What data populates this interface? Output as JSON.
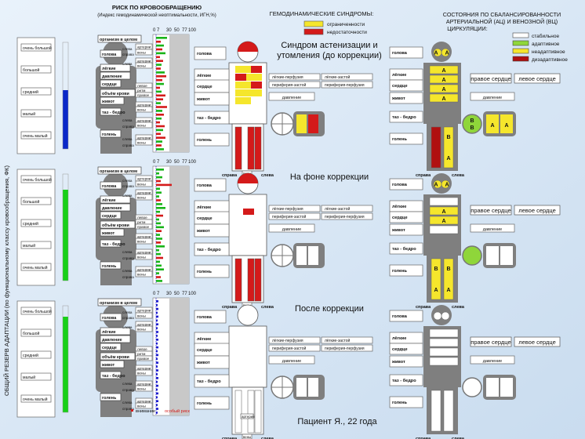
{
  "side_title": "ОБЩИЙ РЕЗЕРВ АДАПТАЦИИ (по функциональному классу кровообращения, ФК)",
  "reserve_levels": [
    "очень большой",
    "большой",
    "средний",
    "малый",
    "очень малый"
  ],
  "risk_header": {
    "title": "РИСК ПО КРОВООБРАЩЕНИЮ",
    "subtitle": "(Индекс гемодинамической неоптимальности, ИГН,%)",
    "scale": [
      "0 7",
      "30",
      "50",
      "77",
      "100"
    ]
  },
  "syndromes_header": {
    "title": "ГЕМОДИНАМИЧЕСКИЕ СИНДРОМЫ:",
    "legend": [
      {
        "label": "ограниченности",
        "color": "#f5e62c"
      },
      {
        "label": "недостаточности",
        "color": "#d41a1a"
      }
    ]
  },
  "balance_header": {
    "title": "СОСТОЯНИЯ ПО СБАЛАНСИРОВАННОСТИ АРТЕРИАЛЬНОЙ (АЦ) И ВЕНОЗНОЙ (ВЦ) ЦИРКУЛЯЦИИ:",
    "legend": [
      {
        "label": "стабильное",
        "color": "#ffffff"
      },
      {
        "label": "адаптивное",
        "color": "#8fd63a"
      },
      {
        "label": "неадаптивное",
        "color": "#f5e62c"
      },
      {
        "label": "дизадаптивное",
        "color": "#b01010"
      }
    ]
  },
  "organ_labels": {
    "whole": "организм в целом",
    "head": "голова",
    "lungs": "лёгкие",
    "pressure": "давление",
    "heart": "сердце",
    "blood_volume": "объём крови",
    "abdomen": "живот",
    "pelvis": "таз - бедро",
    "shin": "голень"
  },
  "sub_labels": {
    "left": "слева",
    "right": "справа",
    "arteries": "артерии",
    "veins": "вены",
    "heart_left": "левое",
    "heart_rhythm": "ритм",
    "heart_right": "правое"
  },
  "body_labels": {
    "head": "голова",
    "lungs": "лёгкие",
    "heart": "сердце",
    "abdomen": "живот",
    "pelvis": "таз - бедро",
    "shin": "голень",
    "lung_perf_left": "лёгкие-перфузия",
    "lung_perf_right": "лёгкие-застой",
    "periph_perf": "периферия-застой",
    "periph_perf2": "периферия-перфузия",
    "pressure": "давление",
    "side_right": "справа",
    "side_left": "слева",
    "veins": "вены",
    "arteries": "артерии",
    "right_heart": "правое сердце",
    "left_heart": "левое сердце"
  },
  "footer": {
    "attention": "внимание",
    "special_risk": "особый риск",
    "patient": "Пациент Я., 22 года"
  },
  "panels": [
    {
      "title": "Синдром астенизации и утомления (до коррекции)",
      "reserve_level": 0.55,
      "reserve_color": "#0a28c8",
      "balance": {
        "head_l": "А",
        "head_r": "А",
        "lung": "А",
        "heart": "А",
        "abdomen": "А",
        "pelvis": "B",
        "shin": "А",
        "round": "B"
      }
    },
    {
      "title": "На фоне коррекции",
      "reserve_level": 0.85,
      "reserve_color": "#18d018",
      "balance": {
        "head_l": "А",
        "head_r": "А",
        "lung": "",
        "heart": "А",
        "abdomen": "",
        "pelvis": "B",
        "shin": "А",
        "round": ""
      }
    },
    {
      "title": "После коррекции",
      "reserve_level": 0.9,
      "reserve_color": "#18d018",
      "balance": {
        "head_l": "",
        "head_r": "",
        "lung": "",
        "heart": "",
        "abdomen": "",
        "pelvis": "",
        "shin": "",
        "round": ""
      }
    }
  ]
}
